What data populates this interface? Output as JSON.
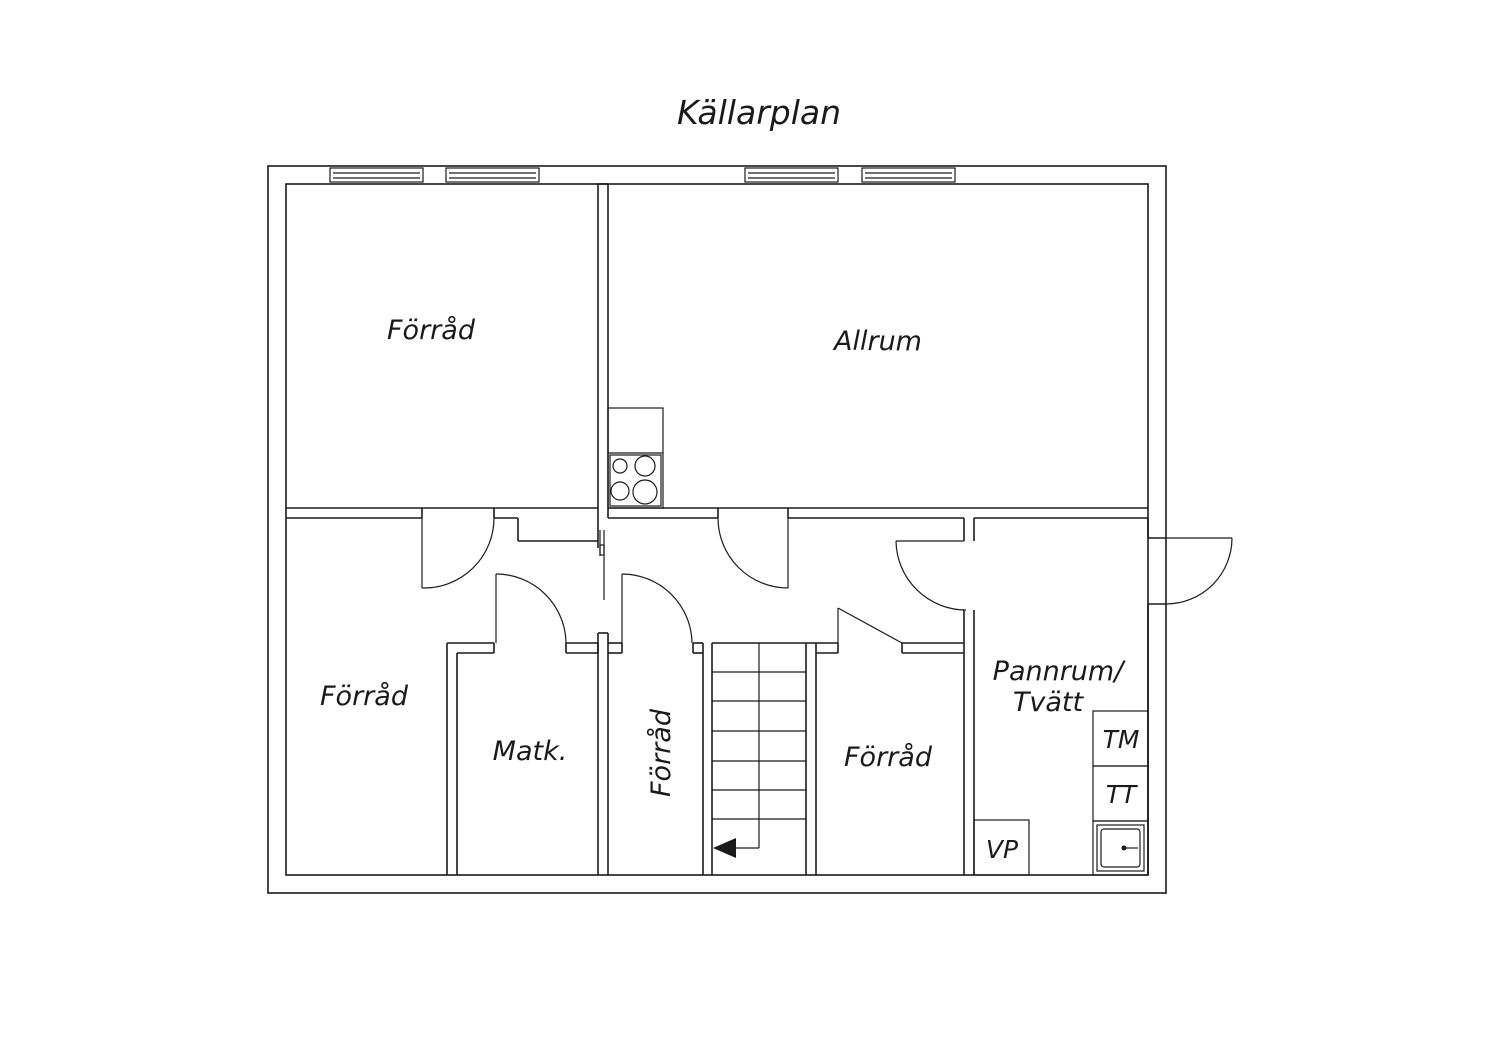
{
  "title": "Källarplan",
  "rooms": {
    "forrad_top_left": "Förråd",
    "allrum": "Allrum",
    "forrad_left": "Förråd",
    "matk": "Matk.",
    "forrad_vertical": "Förråd",
    "forrad_right": "Förråd",
    "pannrum_line1": "Pannrum/",
    "pannrum_line2": "Tvätt"
  },
  "fixtures": {
    "tm": "TM",
    "tt": "TT",
    "vp": "VP"
  },
  "colors": {
    "line": "#1a1a1a",
    "background": "#ffffff"
  }
}
